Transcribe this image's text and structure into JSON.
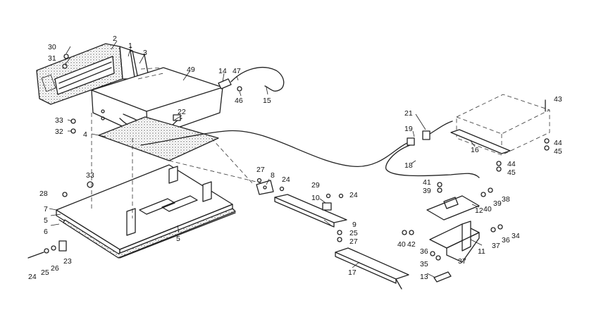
{
  "diagram": {
    "type": "exploded-parts-diagram",
    "labels": {
      "p1": "1",
      "p2": "2",
      "p3": "3",
      "p4": "4",
      "p5a": "5",
      "p5b": "5",
      "p6": "6",
      "p7": "7",
      "p8": "8",
      "p9": "9",
      "p10": "10",
      "p11": "11",
      "p12": "12",
      "p13": "13",
      "p14": "14",
      "p15": "15",
      "p16": "16",
      "p17": "17",
      "p18": "18",
      "p19": "19",
      "p21": "21",
      "p22": "22",
      "p23": "23",
      "p24a": "24",
      "p24b": "24",
      "p24c": "24",
      "p25a": "25",
      "p25b": "25",
      "p26": "26",
      "p27a": "27",
      "p27b": "27",
      "p28": "28",
      "p29": "29",
      "p30": "30",
      "p31": "31",
      "p32": "32",
      "p33a": "33",
      "p33b": "33",
      "p34": "34",
      "p35": "35",
      "p36a": "36",
      "p36b": "36",
      "p37a": "37",
      "p37b": "37",
      "p38": "38",
      "p39a": "39",
      "p39b": "39",
      "p40a": "40",
      "p40b": "40",
      "p41": "41",
      "p42": "42",
      "p43": "43",
      "p44a": "44",
      "p44b": "44",
      "p45a": "45",
      "p45b": "45",
      "p46": "46",
      "p47": "47",
      "p49": "49"
    }
  }
}
